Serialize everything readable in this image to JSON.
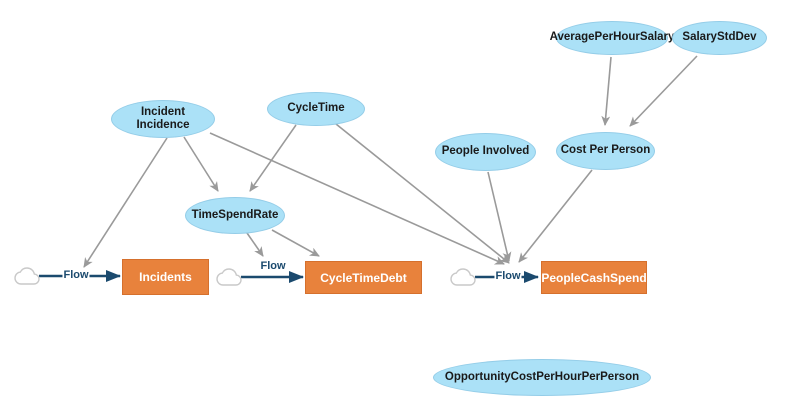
{
  "diagram": {
    "type": "stock-and-flow-model",
    "variables": [
      {
        "label": "AveragePerHourSalary"
      },
      {
        "label": "SalaryStdDev"
      },
      {
        "label": "Incident Incidence"
      },
      {
        "label": "CycleTime"
      },
      {
        "label": "People Involved"
      },
      {
        "label": "Cost Per Person"
      },
      {
        "label": "TimeSpendRate"
      },
      {
        "label": "OpportunityCostPerHourPerPerson"
      }
    ],
    "stocks": [
      {
        "label": "Incidents"
      },
      {
        "label": "CycleTimeDebt"
      },
      {
        "label": "PeopleCashSpend"
      }
    ],
    "flows": [
      {
        "label": "Flow",
        "source": "cloud",
        "into": "Incidents"
      },
      {
        "label": "Flow",
        "source": "cloud",
        "into": "CycleTimeDebt"
      },
      {
        "label": "Flow",
        "source": "cloud",
        "into": "PeopleCashSpend"
      }
    ],
    "links": [
      {
        "from": "AveragePerHourSalary",
        "to": "Cost Per Person"
      },
      {
        "from": "SalaryStdDev",
        "to": "Cost Per Person"
      },
      {
        "from": "Incident Incidence",
        "to": "Flow into Incidents"
      },
      {
        "from": "Incident Incidence",
        "to": "TimeSpendRate"
      },
      {
        "from": "Incident Incidence",
        "to": "Flow into PeopleCashSpend"
      },
      {
        "from": "CycleTime",
        "to": "TimeSpendRate"
      },
      {
        "from": "CycleTime",
        "to": "Flow into PeopleCashSpend"
      },
      {
        "from": "TimeSpendRate",
        "to": "Flow into CycleTimeDebt"
      },
      {
        "from": "TimeSpendRate",
        "to": "CycleTimeDebt"
      },
      {
        "from": "People Involved",
        "to": "Flow into PeopleCashSpend"
      },
      {
        "from": "Cost Per Person",
        "to": "Flow into PeopleCashSpend"
      }
    ],
    "colors": {
      "canvas_bg": "#FFFFFF",
      "variable_fill": "#ABE1F7",
      "variable_text": "#1A1A1A",
      "stock_fill": "#E8823C",
      "stock_text": "#FFFFFF",
      "flow_color": "#1B4A6E",
      "link_color": "#9A9A9A",
      "cloud_stroke": "#C9C9C9"
    }
  }
}
